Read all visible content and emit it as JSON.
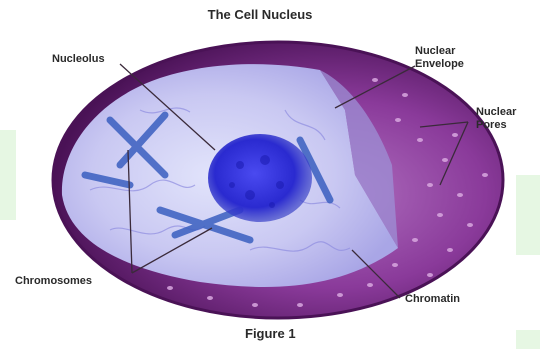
{
  "title": "The Cell Nucleus",
  "caption": "Figure 1",
  "labels": {
    "nucleolus": "Nucleolus",
    "envelope_line1": "Nuclear",
    "envelope_line2": "Envelope",
    "pores_line1": "Nuclear",
    "pores_line2": "Pores",
    "chromosomes": "Chromosomes",
    "chromatin": "Chromatin"
  },
  "colors": {
    "shell_outer": "#5a1a66",
    "shell_mid": "#8a3a9a",
    "shell_light": "#b070c0",
    "interior": "#c9c8f2",
    "interior_light": "#e2e4fb",
    "nucleolus": "#2a2ad0",
    "chromosome": "#3a5fc0",
    "leader": "#3a2a3a",
    "tint": "#e6f7e3"
  }
}
